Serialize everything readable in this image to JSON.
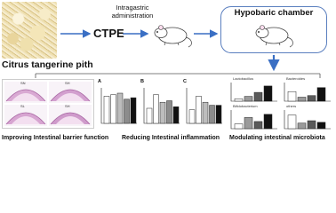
{
  "top": {
    "source_label": "Citrus tangerine pith",
    "product_label": "CTPE",
    "route_label_line1": "Intragastric",
    "route_label_line2": "administration",
    "chamber_label": "Hypobaric chamber"
  },
  "histology": {
    "labels": [
      "SN",
      "SH",
      "SL",
      "SH"
    ]
  },
  "charts": {
    "letters": [
      "A",
      "B",
      "C"
    ],
    "bar_values": [
      [
        0.9,
        0.95,
        1.0,
        0.8,
        0.85
      ],
      [
        0.5,
        0.95,
        0.7,
        0.75,
        0.55
      ],
      [
        0.45,
        0.9,
        0.7,
        0.6,
        0.6
      ]
    ],
    "bar_fills": [
      "#ffffff",
      "#ffffff",
      "#bdbdbd",
      "#8c8c8c",
      "#111111"
    ]
  },
  "microbiota": {
    "panel_titles": [
      "Lactobacillus",
      "Bacteroides",
      "Bifidobacterium",
      "others"
    ],
    "bar_values": [
      [
        0.15,
        0.3,
        0.55,
        0.95
      ],
      [
        0.6,
        0.25,
        0.35,
        0.85
      ],
      [
        0.3,
        0.7,
        0.45,
        0.9
      ],
      [
        0.85,
        0.35,
        0.5,
        0.4
      ]
    ],
    "bar_fills": [
      "#ffffff",
      "#9a9a9a",
      "#5a5a5a",
      "#111111"
    ]
  },
  "bottom": {
    "label_barrier": "Improving Intestinal barrier function",
    "label_inflammation": "Reducing Intestinal inflammation",
    "label_microbiota": "Modulating intestinal microbiota"
  },
  "colors": {
    "arrow": "#3a6fc4",
    "outline": "#5a7fbf"
  }
}
